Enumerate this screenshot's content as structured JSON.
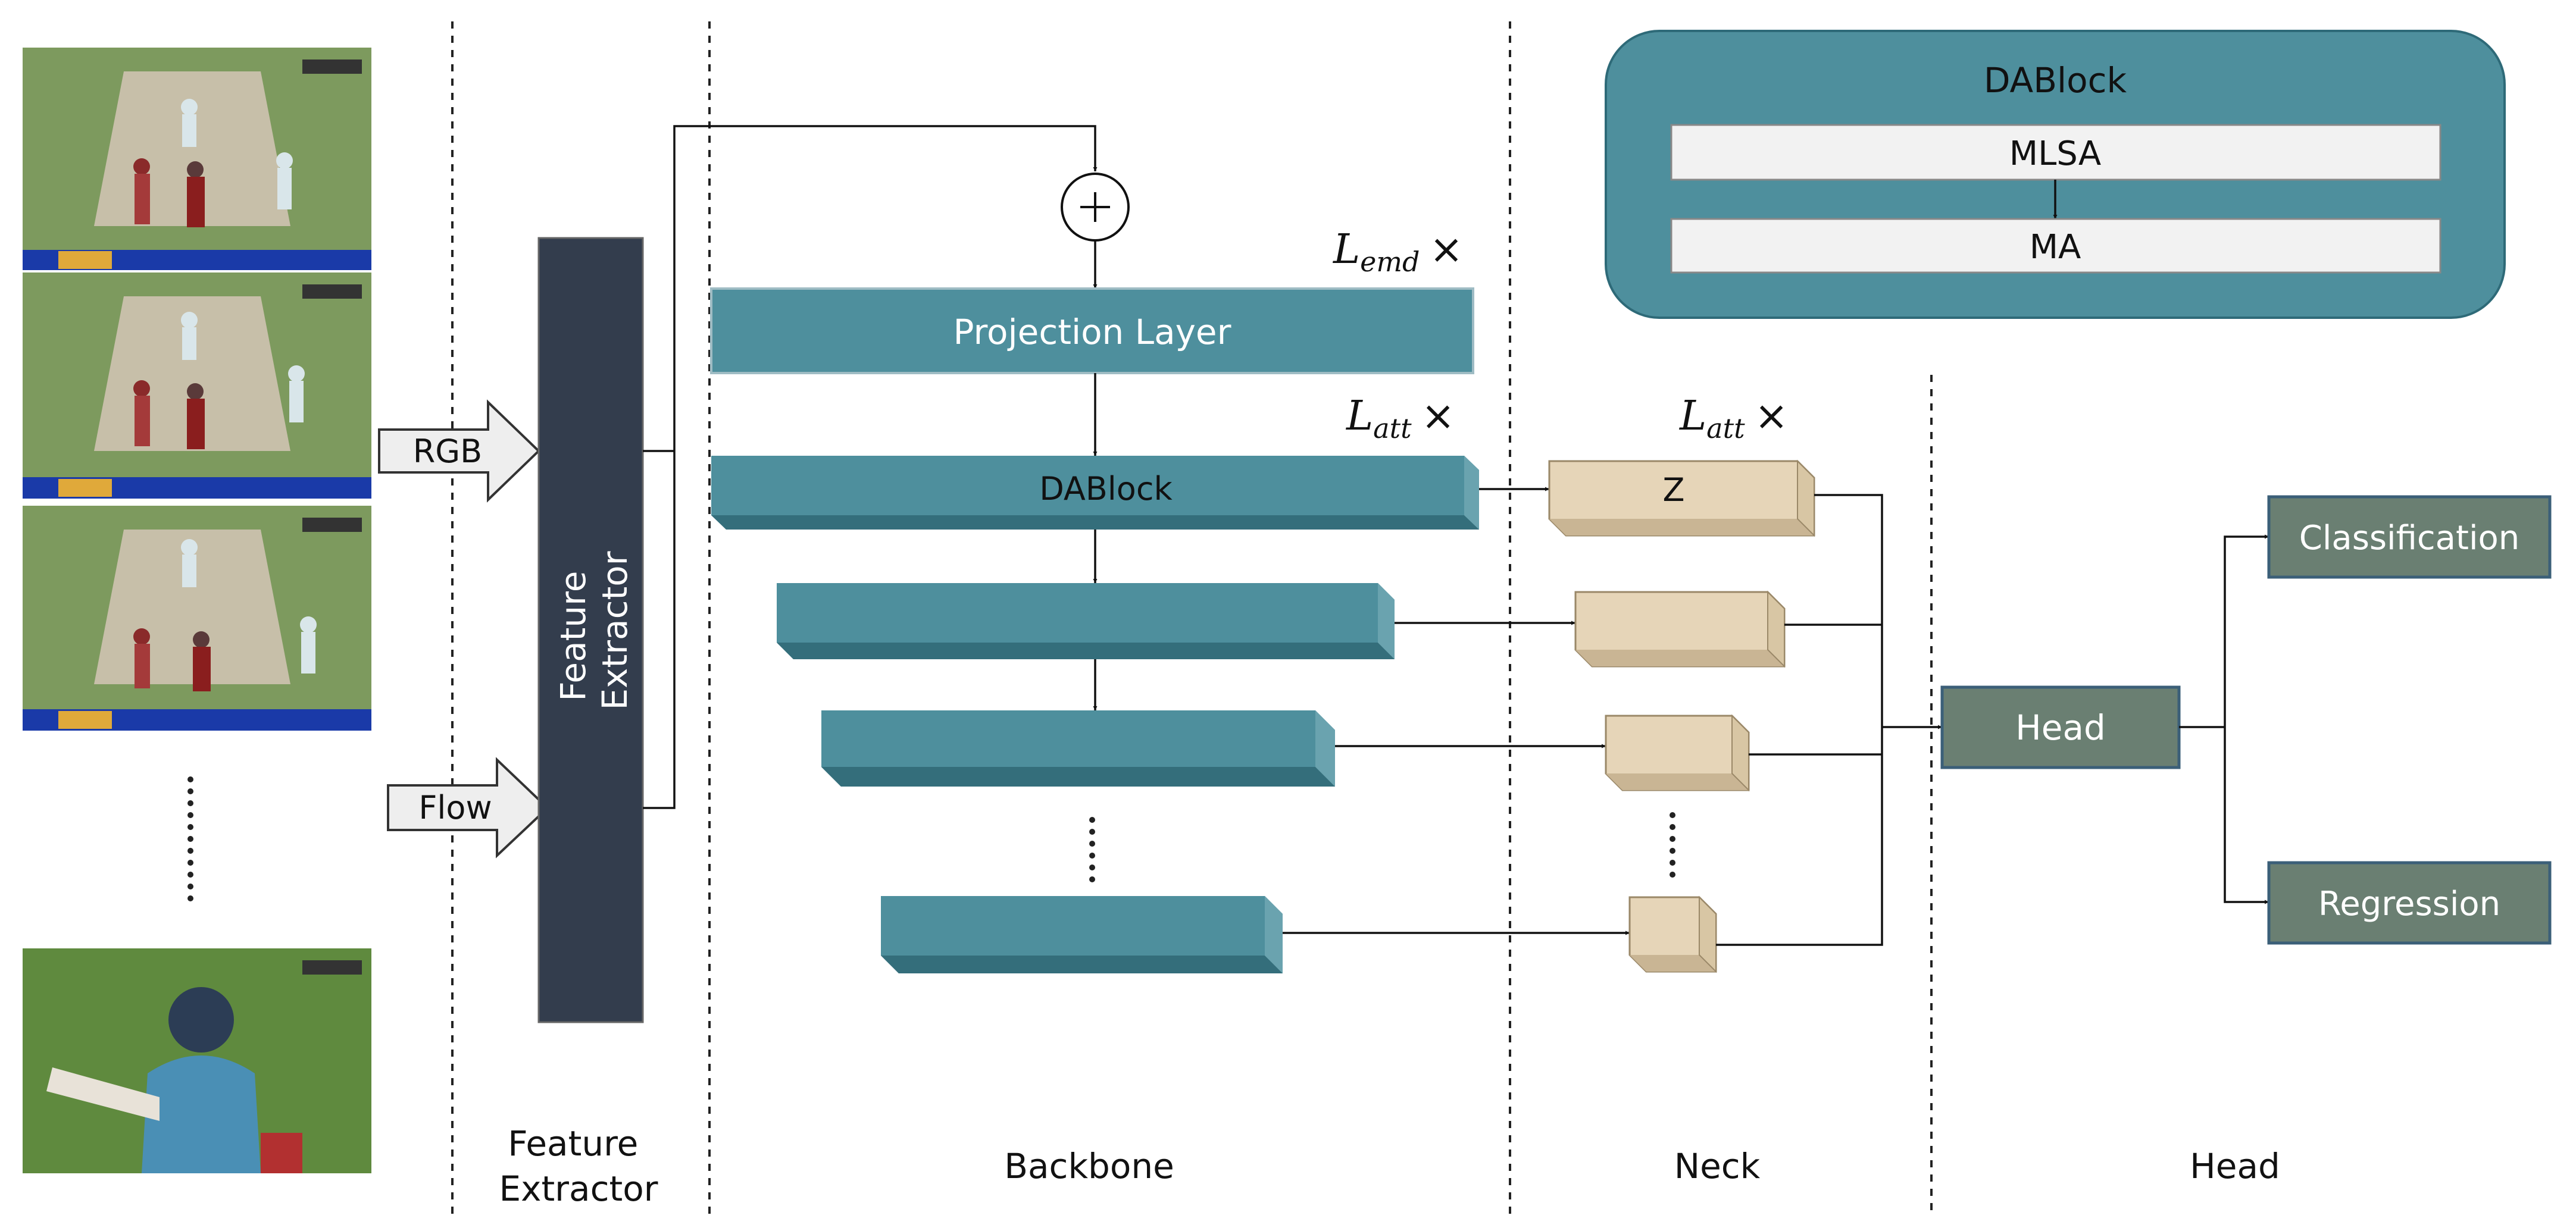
{
  "labels": {
    "rgb": "RGB",
    "flow": "Flow",
    "feature_extractor_box": [
      "Feature",
      "Extractor"
    ],
    "projection_layer": "Projection Layer",
    "dablock": "DABlock",
    "neck_first_block": "Z",
    "head_box": "Head",
    "classification": "Classification",
    "regression": "Regression"
  },
  "repeat_labels": {
    "l_emd": {
      "symbol": "L",
      "subscript": "emd",
      "suffix": "×"
    },
    "l_att_backbone": {
      "symbol": "L",
      "subscript": "att",
      "suffix": "×"
    },
    "l_att_neck": {
      "symbol": "L",
      "subscript": "att",
      "suffix": "×"
    }
  },
  "dablock_detail": {
    "title": "DABlock",
    "rows": [
      "MLSA",
      "MA"
    ]
  },
  "sections": {
    "feature_extractor": [
      "Feature",
      "Extractor"
    ],
    "backbone": "Backbone",
    "neck": "Neck",
    "head": "Head"
  },
  "colors": {
    "teal_face": "#4e8f9d",
    "teal_dark": "#346e7b",
    "teal_side": "#6aa3af",
    "feature_extractor_fill": "#333d4d",
    "neck_face": "#e6d5b8",
    "neck_dark": "#c9b594",
    "head_fill": "#6a7f72",
    "head_stroke": "#3b5f78",
    "dablock_panel_fill": "#4e8f9d",
    "dablock_row_fill": "#f2f2f2",
    "cricket_field": "#7d9a5e",
    "cricket_pitch": "#c7bfa9",
    "score_bar": "#1a3aa8",
    "arrow_fill": "#eeeeee"
  },
  "icons": [
    "sum-icon",
    "rgb-arrow-icon",
    "flow-arrow-icon",
    "vertical-ellipsis-icon"
  ],
  "video_frames": 4
}
